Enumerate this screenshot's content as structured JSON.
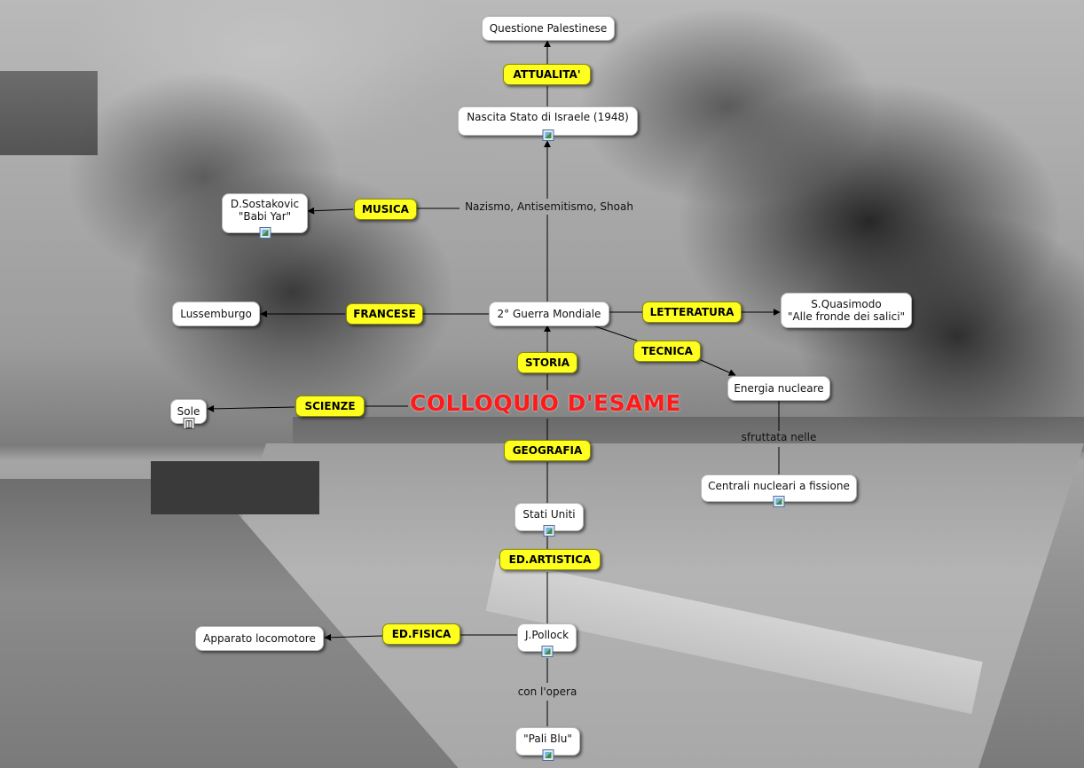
{
  "title": "COLLOQUIO D'ESAME",
  "nodes": {
    "questione_palestinese": "Questione Palestinese",
    "nascita_israele": "Nascita Stato di Israele (1948)",
    "sostakovic": "D.Sostakovic\n\"Babi Yar\"",
    "nazismo": "Nazismo, Antisemitismo, Shoah",
    "lussemburgo": "Lussemburgo",
    "guerra_mondiale": "2° Guerra Mondiale",
    "quasimodo": "S.Quasimodo\n\"Alle fronde dei salici\"",
    "energia_nucleare": "Energia nucleare",
    "sole": "Sole",
    "sfruttata_nelle": "sfruttata nelle",
    "centrali": "Centrali nucleari a fissione",
    "stati_uniti": "Stati Uniti",
    "apparato": "Apparato locomotore",
    "pollock": "J.Pollock",
    "con_opera": "con l'opera",
    "pali_blu": "\"Pali Blu\""
  },
  "tags": {
    "attualita": "ATTUALITA'",
    "musica": "MUSICA",
    "francese": "FRANCESE",
    "letteratura": "LETTERATURA",
    "tecnica": "TECNICA",
    "storia": "STORIA",
    "scienze": "SCIENZE",
    "geografia": "GEOGRAFIA",
    "ed_artistica": "ED.ARTISTICA",
    "ed_fisica": "ED.FISICA"
  },
  "colors": {
    "tag_fill": "#ffff1f",
    "title_color": "#ff1a1a",
    "node_fill": "#ffffff",
    "link_color": "#000000"
  }
}
